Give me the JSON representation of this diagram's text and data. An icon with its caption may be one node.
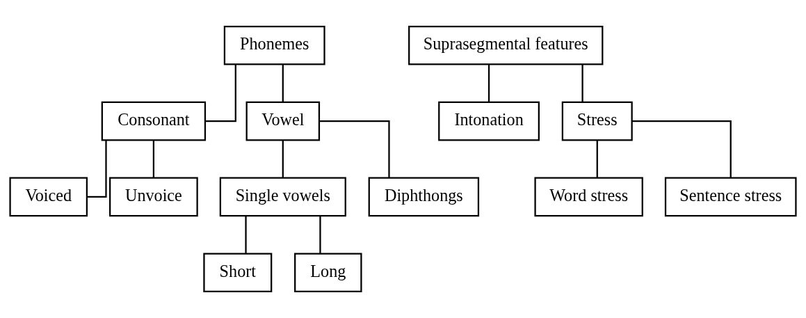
{
  "diagram": {
    "nodes": [
      {
        "text": [
          "Phonemes"
        ]
      },
      {
        "text": [
          "Consonant"
        ]
      },
      {
        "text": [
          "Vowel"
        ]
      },
      {
        "text": [
          "Voiced"
        ]
      },
      {
        "text": [
          "Unvoice"
        ]
      },
      {
        "text": [
          "Single vowels"
        ]
      },
      {
        "text": [
          "Diphthongs"
        ]
      },
      {
        "text": [
          "Short"
        ]
      },
      {
        "text": [
          "Long"
        ]
      },
      {
        "text": [
          "Suprasegmental features"
        ]
      },
      {
        "text": [
          "Intonation"
        ]
      },
      {
        "text": [
          "Stress"
        ]
      },
      {
        "text": [
          "Word stress"
        ]
      },
      {
        "text": [
          "Sentence stress"
        ]
      }
    ],
    "edges": [
      {
        "from": 0,
        "to": 1,
        "arrow": "none"
      },
      {
        "from": 0,
        "to": 2,
        "arrow": "none"
      },
      {
        "from": 1,
        "to": 3,
        "arrow": "none"
      },
      {
        "from": 1,
        "to": 4,
        "arrow": "none"
      },
      {
        "from": 2,
        "to": 5,
        "arrow": "none"
      },
      {
        "from": 2,
        "to": 6,
        "arrow": "none"
      },
      {
        "from": 5,
        "to": 7,
        "arrow": "none"
      },
      {
        "from": 5,
        "to": 8,
        "arrow": "none"
      },
      {
        "from": 9,
        "to": 10,
        "arrow": "none"
      },
      {
        "from": 9,
        "to": 11,
        "arrow": "none"
      },
      {
        "from": 11,
        "to": 12,
        "arrow": "none"
      },
      {
        "from": 11,
        "to": 13,
        "arrow": "none"
      }
    ]
  }
}
